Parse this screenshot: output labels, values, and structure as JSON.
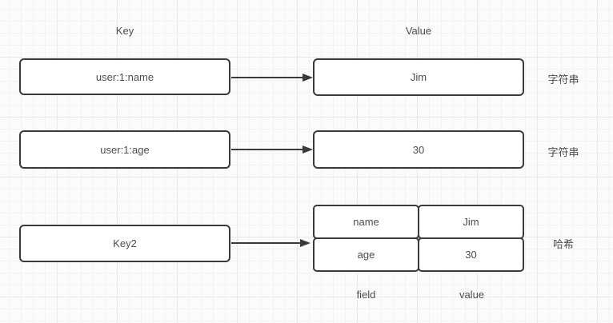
{
  "diagram": {
    "headers": {
      "key": "Key",
      "value": "Value"
    },
    "string_rows": [
      {
        "key": "user:1:name",
        "value": "Jim",
        "type": "字符串"
      },
      {
        "key": "user:1:age",
        "value": "30",
        "type": "字符串"
      }
    ],
    "hash_row": {
      "key": "Key2",
      "type": "哈希",
      "cells": [
        [
          "name",
          "Jim"
        ],
        [
          "age",
          "30"
        ]
      ],
      "footers": [
        "field",
        "value"
      ]
    },
    "colors": {
      "shape_border": "#3a3a3a",
      "shape_fill": "#ffffff",
      "text": "#4d4d4d",
      "arrow": "#3a3a3a",
      "canvas_bg": "#fbfbfb",
      "grid_minor": "#f3f3f3",
      "grid_major": "#e9e9e9"
    }
  }
}
